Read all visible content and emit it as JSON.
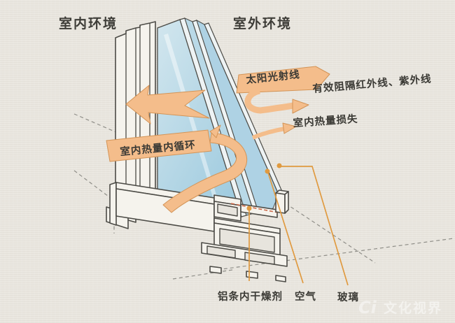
{
  "titles": {
    "indoor": "室内环境",
    "outdoor": "室外环境"
  },
  "annotations": {
    "sun_ray": "太阳光射线",
    "block_ir_uv": "有效阻隔红外线、紫外线",
    "indoor_heat_loss": "室内热量损失",
    "indoor_heat_circulation": "室内热量内循环",
    "desiccant_in_aluminum_strip": "铝条内干燥剂",
    "air": "空气",
    "glass": "玻璃"
  },
  "watermark": {
    "logo": "Ci",
    "text": "文化视界"
  },
  "colors": {
    "background": "#eae7e0",
    "arrow_fill": "#f4bd8b",
    "arrow_outline": "#d39457",
    "glass_light": "#cfe4ee",
    "glass_dark": "#9fcbdf",
    "leader": "#e09a40",
    "line_art": "#4c4b46",
    "text": "#3b3a35",
    "dashed_guide": "#8f8e88",
    "spacer_dash": "#cc6a4a"
  }
}
